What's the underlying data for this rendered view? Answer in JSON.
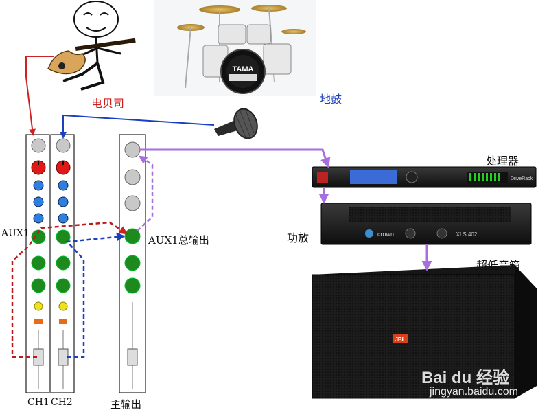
{
  "labels": {
    "bass": "电贝司",
    "drums": "地鼓",
    "processor": "处理器",
    "amplifier": "功放",
    "subwoofer": "超低音箱",
    "aux1_send": "AUX1",
    "aux1_master": "AUX1总输出",
    "ch1": "CH1",
    "ch2": "CH2",
    "main_out": "主输出"
  },
  "device_text": {
    "drum_brand": "TAMA",
    "amp_brand": "crown",
    "amp_model": "XLS 402",
    "speaker_brand": "JBL",
    "processor_brand": "DriveRack"
  },
  "watermark": {
    "logo": "Bai du 经验",
    "url": "jingyan.baidu.com"
  },
  "colors": {
    "bass_signal": "#cc2222",
    "drum_signal": "#1a3fbf",
    "aux_signal": "#a86ee0",
    "knob_gray": "#c8c8c8",
    "knob_red": "#e01818",
    "knob_blue": "#2f7fe0",
    "knob_green": "#1e8a1e",
    "knob_yellow": "#f0e020"
  }
}
